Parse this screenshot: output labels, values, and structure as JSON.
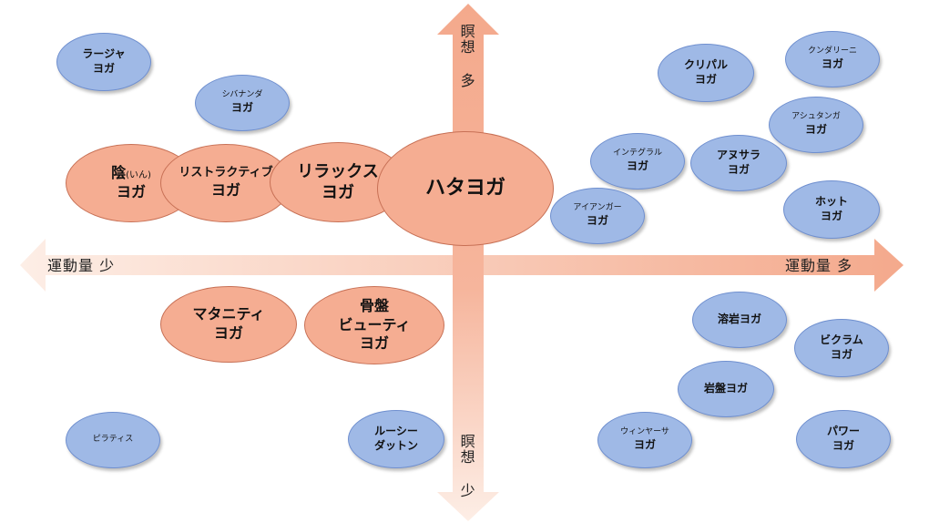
{
  "axes": {
    "top": "瞑想 多",
    "bottom": "瞑想 少",
    "left": "運動量 少",
    "right": "運動量 多"
  },
  "colors": {
    "arrow": "#f4a98c",
    "arrow_fade": "#fde9df",
    "orange_fill": "#f5ad92",
    "blue_fill": "#9fb9e6"
  },
  "yoga": {
    "raja": {
      "l1": "ラージャ",
      "l2": "ヨガ"
    },
    "sivananda": {
      "l1": "シバナンダ",
      "l2": "ヨガ"
    },
    "kripalu": {
      "l1": "クリパル",
      "l2": "ヨガ"
    },
    "kundalini": {
      "l1": "クンダリーニ",
      "l2": "ヨガ"
    },
    "ashtanga": {
      "l1": "アシュタンガ",
      "l2": "ヨガ"
    },
    "integral": {
      "l1": "インテグラル",
      "l2": "ヨガ"
    },
    "anusara": {
      "l1": "アヌサラ",
      "l2": "ヨガ"
    },
    "iyengar": {
      "l1": "アイアンガー",
      "l2": "ヨガ"
    },
    "hot": {
      "l1": "ホット",
      "l2": "ヨガ"
    },
    "yin": {
      "l1": "陰",
      "l1_small": "(いん)",
      "l2": "ヨガ"
    },
    "restorative": {
      "l1": "リストラクティブ",
      "l2": "ヨガ"
    },
    "relax": {
      "l1": "リラックス",
      "l2": "ヨガ"
    },
    "hatha": {
      "l1": "ハタヨガ"
    },
    "maternity": {
      "l1": "マタニティ",
      "l2": "ヨガ"
    },
    "pelvis": {
      "l1": "骨盤",
      "l2": "ビューティ",
      "l3": "ヨガ"
    },
    "yokugan": {
      "l1": "溶岩ヨガ"
    },
    "bikram": {
      "l1": "ビクラム",
      "l2": "ヨガ"
    },
    "ganban": {
      "l1": "岩盤ヨガ"
    },
    "vinyasa": {
      "l1": "ウィンヤーサ",
      "l2": "ヨガ"
    },
    "power": {
      "l1": "パワー",
      "l2": "ヨガ"
    },
    "pilates": {
      "l1": "ピラティス"
    },
    "lucy": {
      "l1": "ルーシー",
      "l2": "ダットン"
    }
  }
}
